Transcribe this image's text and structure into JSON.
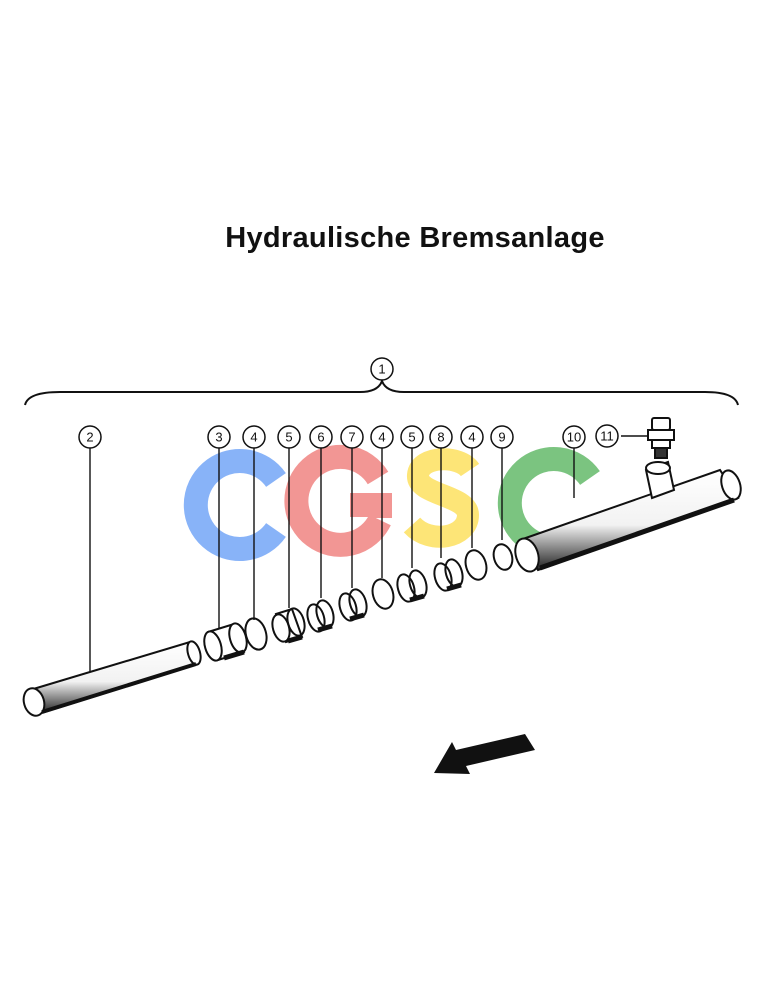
{
  "title": "Hydraulische Bremsanlage",
  "watermark": {
    "letters": [
      "C",
      "G",
      "S",
      "C"
    ],
    "colors": [
      "#4f8ef7",
      "#ef5350",
      "#fdd835",
      "#43a047"
    ]
  },
  "callouts": [
    {
      "id": "1",
      "part": "assembly"
    },
    {
      "id": "2",
      "part": "tube"
    },
    {
      "id": "3",
      "part": "sleeve"
    },
    {
      "id": "4",
      "part": "o-ring"
    },
    {
      "id": "5",
      "part": "seal"
    },
    {
      "id": "6",
      "part": "seal"
    },
    {
      "id": "7",
      "part": "seal"
    },
    {
      "id": "4",
      "part": "o-ring"
    },
    {
      "id": "5",
      "part": "seal"
    },
    {
      "id": "8",
      "part": "seal"
    },
    {
      "id": "4",
      "part": "o-ring"
    },
    {
      "id": "9",
      "part": "ring"
    },
    {
      "id": "10",
      "part": "cylinder"
    },
    {
      "id": "11",
      "part": "bleeder-valve"
    }
  ],
  "direction_arrow": "arrow-left-down-icon"
}
